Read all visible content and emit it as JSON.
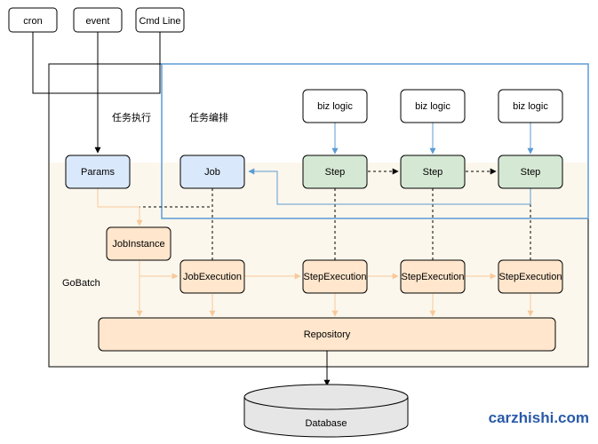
{
  "triggers": [
    "cron",
    "event",
    "Cmd Line"
  ],
  "labels": {
    "task_exec": "任务执行",
    "task_orchestration": "任务编排",
    "gobatch": "GoBatch"
  },
  "nodes": {
    "params": "Params",
    "job": "Job",
    "step": "Step",
    "biz_logic": "biz logic",
    "job_instance": "JobInstance",
    "job_execution": "JobExecution",
    "step_execution": "StepExecution",
    "repository": "Repository",
    "database": "Database"
  },
  "brand": "carzhishi.com",
  "colors": {
    "blue_fill": "#dae8fc",
    "blue_stroke": "#6c8ebf",
    "green_fill": "#d5e8d4",
    "green_stroke": "#82b366",
    "orange_fill": "#ffe6cc",
    "orange_stroke": "#d79b00",
    "gobatch_bg": "#fcf7ec",
    "orchestration_border": "#5b9bd5",
    "orange_arrow": "#f7c99b"
  }
}
